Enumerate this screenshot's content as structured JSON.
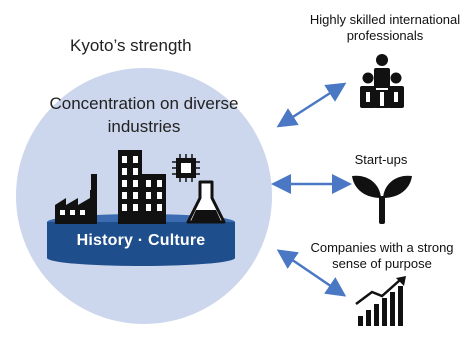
{
  "diagram": {
    "title": "Kyoto’s strength",
    "center_text": "Concentration on diverse industries",
    "base_label": "History · Culture",
    "items": [
      {
        "label": "Highly skilled international professionals",
        "icon": "people-icon"
      },
      {
        "label": "Start-ups",
        "icon": "sprout-icon"
      },
      {
        "label": "Companies with a strong sense of purpose",
        "icon": "growth-chart-icon"
      }
    ],
    "colors": {
      "circle": "#ccd6ec",
      "base_band": "#1f4e8c",
      "arrow": "#4a78c4",
      "icon": "#111111"
    }
  }
}
